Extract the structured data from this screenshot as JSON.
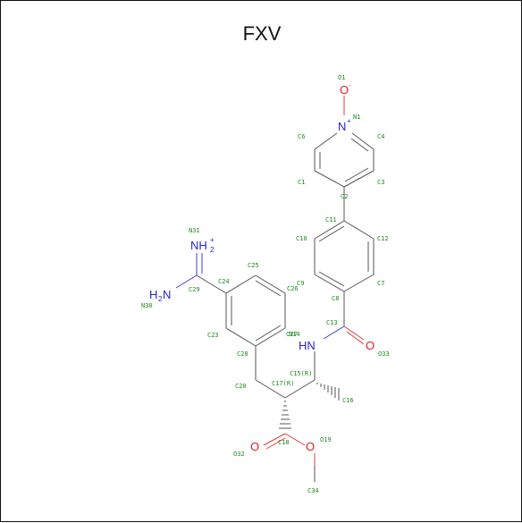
{
  "title": "FXV",
  "atoms": {
    "N1_atom": "N",
    "N1_charge": "+",
    "O1_atom": "O",
    "O1_charge": "-",
    "NH_amide": "HN",
    "O33_atom": "O",
    "O32_atom": "O",
    "O19_atom": "O",
    "NH2_plus_main": "NH",
    "NH2_plus_sub": "2",
    "NH2_plus_charge": "+",
    "H2N_H": "H",
    "H2N_sub": "2",
    "H2N_N": "N"
  },
  "labels": {
    "O1": "O1",
    "N1": "N1",
    "C6": "C6",
    "C4": "C4",
    "C1": "C1",
    "C3": "C3",
    "C2": "C2",
    "C11": "C11",
    "C10": "C10",
    "C12": "C12",
    "C9": "C9",
    "C7": "C7",
    "C8": "C8",
    "C13": "C13",
    "N14": "N14",
    "O33": "O33",
    "C15": "C15(R)",
    "C16": "C16",
    "C17": "C17(R)",
    "C18": "C18",
    "O19": "O19",
    "O32": "O32",
    "C34": "C34",
    "C20": "C20",
    "C28": "C28",
    "C23": "C23",
    "C24": "C24",
    "C25": "C25",
    "C26": "C26",
    "C27": "C27",
    "C29": "C29",
    "N31": "N31",
    "N30": "N30"
  }
}
